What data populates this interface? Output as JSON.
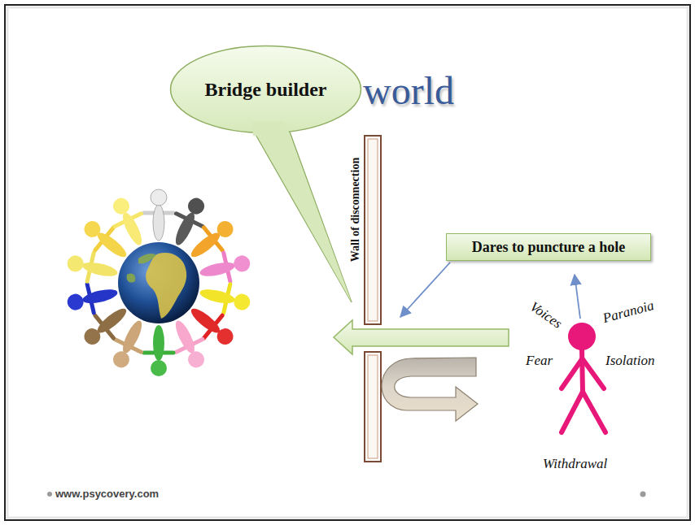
{
  "diagram": {
    "nodes": [
      {
        "text": [
          "Bridge builder"
        ]
      },
      {
        "text": [
          "Dares to puncture a hole"
        ]
      }
    ],
    "labels": [
      "world",
      "Wall of disconnection",
      "Voices",
      "Paranoia",
      "Fear",
      "Isolation",
      "Withdrawal",
      "www.psycovery.com"
    ]
  }
}
